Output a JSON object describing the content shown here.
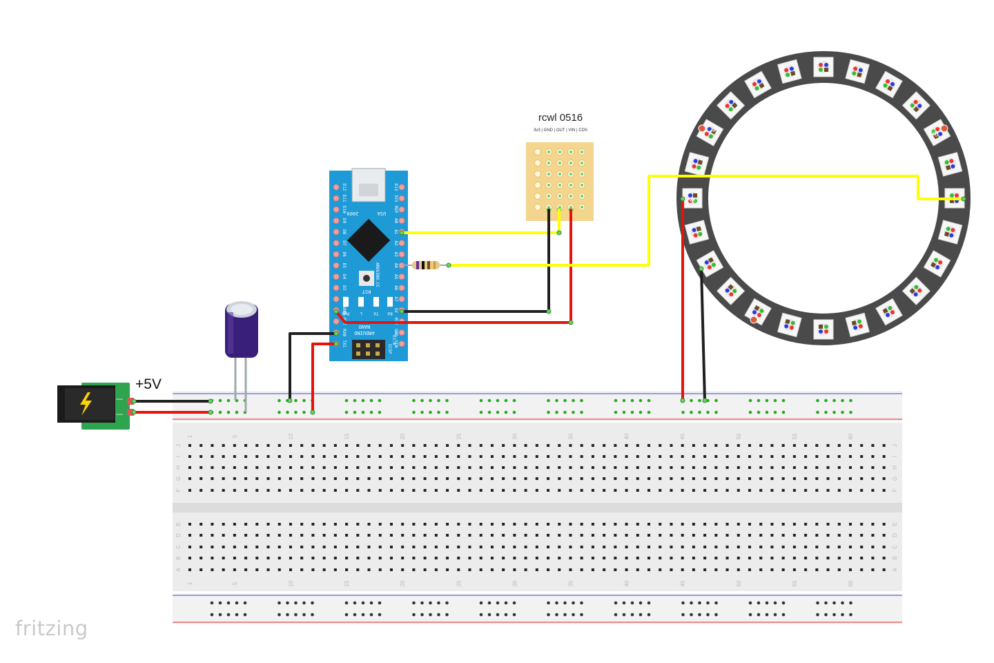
{
  "app": {
    "brand": "fritzing"
  },
  "power": {
    "voltage_label": "+5V"
  },
  "sensor": {
    "name": "rcwl 0516",
    "pins_label": "3v3 | GND | OUT | VIN | CDS"
  },
  "arduino": {
    "board_title": "ARDUINO",
    "board_model": "NANO",
    "version_label": "V3.0",
    "cc_label": "ARDUINO.CC",
    "year_label": "2009",
    "usa_label": "USA",
    "rst_label": "RST",
    "icsp_label": "ICSP",
    "led_labels": [
      "PWR",
      "L",
      "TX",
      "RX"
    ],
    "left_pins": [
      "D12",
      "D11",
      "D10",
      "D9",
      "D8",
      "D7",
      "D6",
      "D5",
      "D4",
      "D3",
      "D2",
      "GND",
      "RST",
      "RX0",
      "TX1"
    ],
    "right_pins": [
      "D13",
      "3V3",
      "REF",
      "A0",
      "A1",
      "A2",
      "A3",
      "A4",
      "A5",
      "A6",
      "A7",
      "5V",
      "RST",
      "GND",
      "VIN"
    ]
  },
  "ring": {
    "out_label": "OUT",
    "pwr_label": "PWR",
    "pixel_count": 24
  },
  "breadboard": {
    "column_numbers": [
      "1",
      "5",
      "10",
      "15",
      "20",
      "25",
      "30",
      "35",
      "40",
      "45",
      "50",
      "55",
      "60"
    ],
    "top_rows": [
      "J",
      "I",
      "H",
      "G",
      "F"
    ],
    "bottom_rows": [
      "E",
      "D",
      "C",
      "B",
      "A"
    ]
  },
  "colors": {
    "wire_yellow": "#ffff00",
    "wire_red": "#e8120c",
    "wire_black": "#202020",
    "nano_blue": "#1e9ad6",
    "rail_blue": "#3045d8",
    "rail_red": "#e22020",
    "pin_green": "#27a81f",
    "ring_gray": "#4a4a4a",
    "capacitor": "#3a1f7a",
    "jack_green": "#2ea44f"
  }
}
